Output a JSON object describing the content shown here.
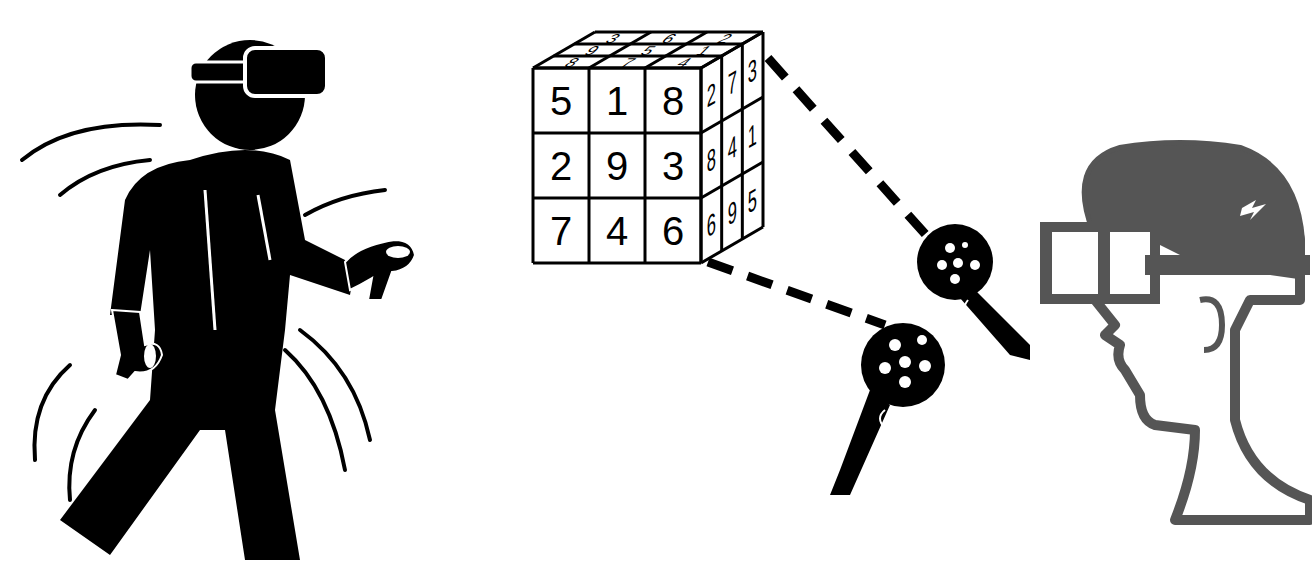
{
  "diagram": {
    "labels": [
      "3",
      "6",
      "2",
      "9",
      "5",
      "1",
      "8",
      "7",
      "4",
      "5",
      "1",
      "8",
      "2",
      "9",
      "3",
      "7",
      "4",
      "6",
      "2",
      "7",
      "3",
      "8",
      "4",
      "1",
      "6",
      "9",
      "5"
    ]
  }
}
